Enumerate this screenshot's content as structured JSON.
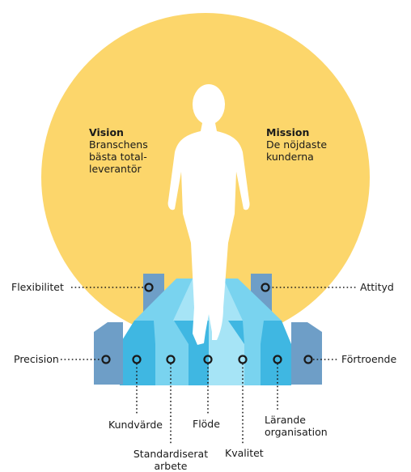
{
  "colors": {
    "sun": "#fcd66b",
    "figure": "#ffffff",
    "pillar": "#6e9ec7",
    "step_top": "#79d3ef",
    "step_face": "#3fb7e2",
    "step_light": "#a6e4f6",
    "line": "#1a1a1a"
  },
  "vision": {
    "title": "Vision",
    "lines": [
      "Branschens",
      "bästa total-",
      "leverantör"
    ]
  },
  "mission": {
    "title": "Mission",
    "lines": [
      "De nöjdaste",
      "kunderna"
    ]
  },
  "left_labels": {
    "flexibilitet": "Flexibilitet",
    "precision": "Precision"
  },
  "right_labels": {
    "attityd": "Attityd",
    "fortroende": "Förtroende"
  },
  "bottom_labels": {
    "kundvarde": "Kundvärde",
    "standardiserat": [
      "Standardiserat",
      "arbete"
    ],
    "flode": "Flöde",
    "kvalitet": "Kvalitet",
    "larande": [
      "Lärande",
      "organisation"
    ]
  }
}
